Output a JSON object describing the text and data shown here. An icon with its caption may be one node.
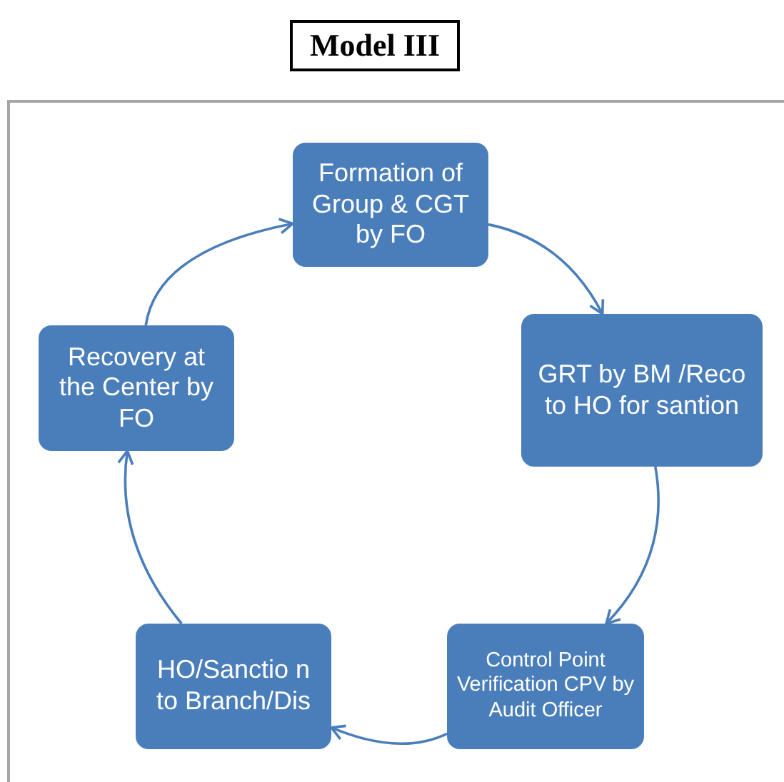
{
  "diagram": {
    "title": "Model III",
    "nodes": [
      {
        "text": [
          "Formation of Group & CGT by FO"
        ]
      },
      {
        "text": [
          "GRT by BM /Reco to HO for santion"
        ]
      },
      {
        "text": [
          "Control Point Verification CPV by Audit Officer"
        ]
      },
      {
        "text": [
          "HO/Sanctio n to Branch/Dis"
        ]
      },
      {
        "text": [
          "Recovery at the Center by FO"
        ]
      }
    ],
    "edges": [
      {
        "from": 0,
        "to": 1,
        "arrow": "to"
      },
      {
        "from": 1,
        "to": 2,
        "arrow": "to"
      },
      {
        "from": 2,
        "to": 3,
        "arrow": "to"
      },
      {
        "from": 3,
        "to": 4,
        "arrow": "to"
      },
      {
        "from": 4,
        "to": 0,
        "arrow": "to"
      }
    ]
  }
}
